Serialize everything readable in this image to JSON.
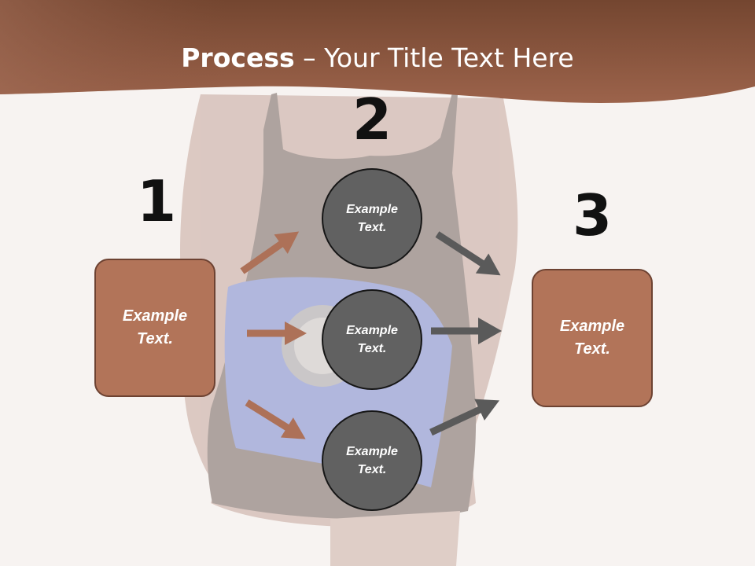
{
  "slide": {
    "title_bold": "Process",
    "title_rest": " – Your Title Text Here"
  },
  "steps": [
    {
      "number": "1",
      "box_text": "Example\nText."
    },
    {
      "number": "2",
      "items": [
        "Example\nText.",
        "Example\nText.",
        "Example\nText."
      ]
    },
    {
      "number": "3",
      "box_text": "Example\nText."
    }
  ],
  "colors": {
    "header_brown": "#8a5540",
    "box_fill": "#b27459",
    "box_border": "#6d4232",
    "circle_fill": "#616161",
    "arrow_brown": "#ad7158",
    "arrow_gray": "#5a5a5a"
  }
}
